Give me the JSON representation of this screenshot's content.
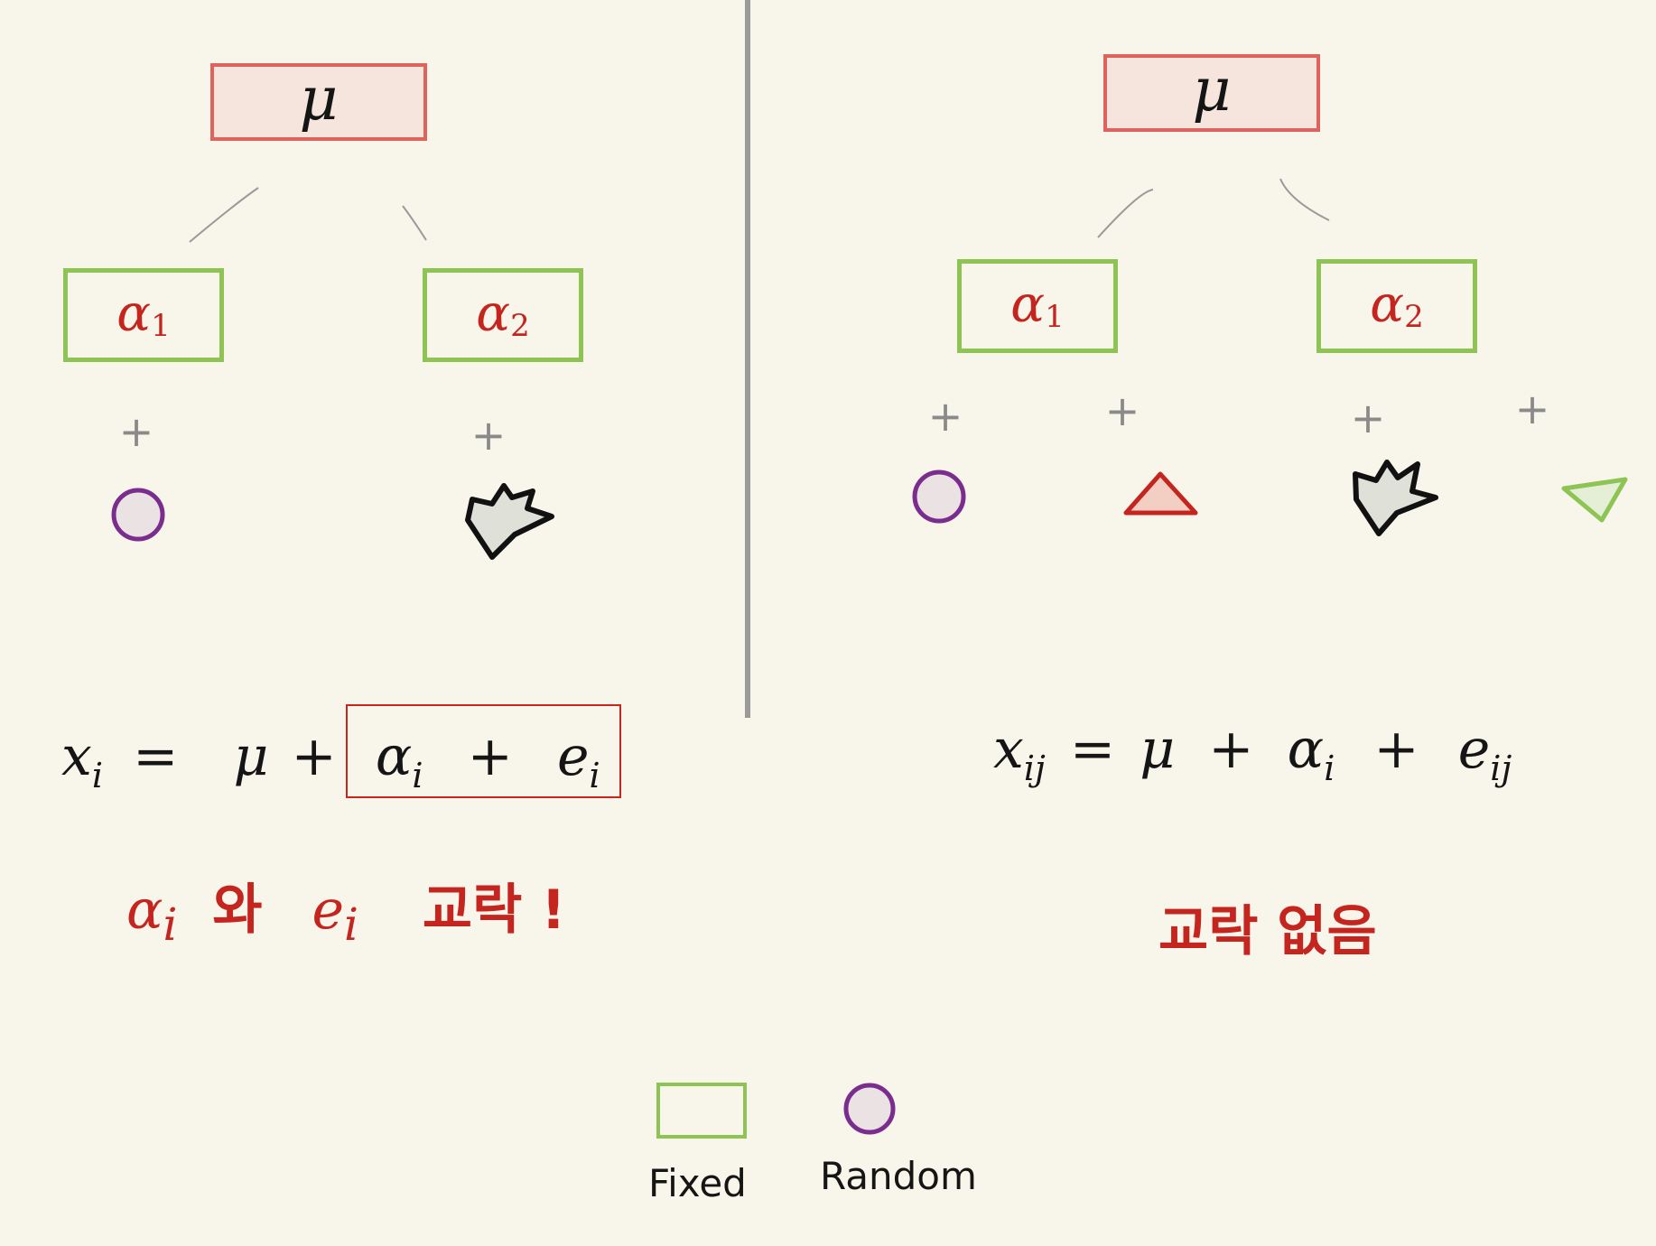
{
  "left_panel": {
    "grand_mean": "μ",
    "group_1": "α",
    "group_1_sub": "1",
    "group_2": "α",
    "group_2_sub": "2",
    "plus_1": "+",
    "plus_2": "+",
    "equation": {
      "lhs": "x",
      "lhs_sub": "i",
      "eq": "=",
      "mu": "μ",
      "plus_a": "+",
      "alpha": "α",
      "alpha_sub": "i",
      "plus_b": "+",
      "err": "e",
      "err_sub": "i"
    },
    "note": {
      "alpha": "α",
      "alpha_sub": "i",
      "conj": "와",
      "err": "e",
      "err_sub": "i",
      "text": "교락 !"
    }
  },
  "right_panel": {
    "grand_mean": "μ",
    "group_1": "α",
    "group_1_sub": "1",
    "group_2": "α",
    "group_2_sub": "2",
    "plus_1": "+",
    "plus_2": "+",
    "plus_3": "+",
    "plus_4": "+",
    "equation": {
      "lhs": "x",
      "lhs_sub": "ij",
      "eq": "=",
      "mu": "μ",
      "plus_a": "+",
      "alpha": "α",
      "alpha_sub": "i",
      "plus_b": "+",
      "err": "e",
      "err_sub": "ij"
    },
    "note": "교락 없음"
  },
  "legend": {
    "fixed_label": "Fixed",
    "random_label": "Random"
  },
  "colors": {
    "background": "#f8f5ea",
    "mu_fill": "#f6e5dc",
    "mu_border": "#e0625c",
    "fixed_border": "#8dc453",
    "random_fill": "#ebe3e3",
    "random_border": "#7b2d8e",
    "red_text": "#c4261f",
    "divider": "#9a9a9a"
  }
}
